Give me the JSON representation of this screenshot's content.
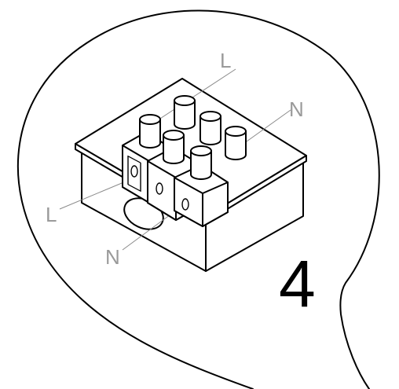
{
  "step_number": "4",
  "labels": {
    "live_top": "L",
    "neutral_right": "N",
    "live_left": "L",
    "neutral_bottom": "N"
  },
  "colors": {
    "ink": "#000000",
    "leader": "#8a8a8a",
    "fill": "#ffffff"
  }
}
